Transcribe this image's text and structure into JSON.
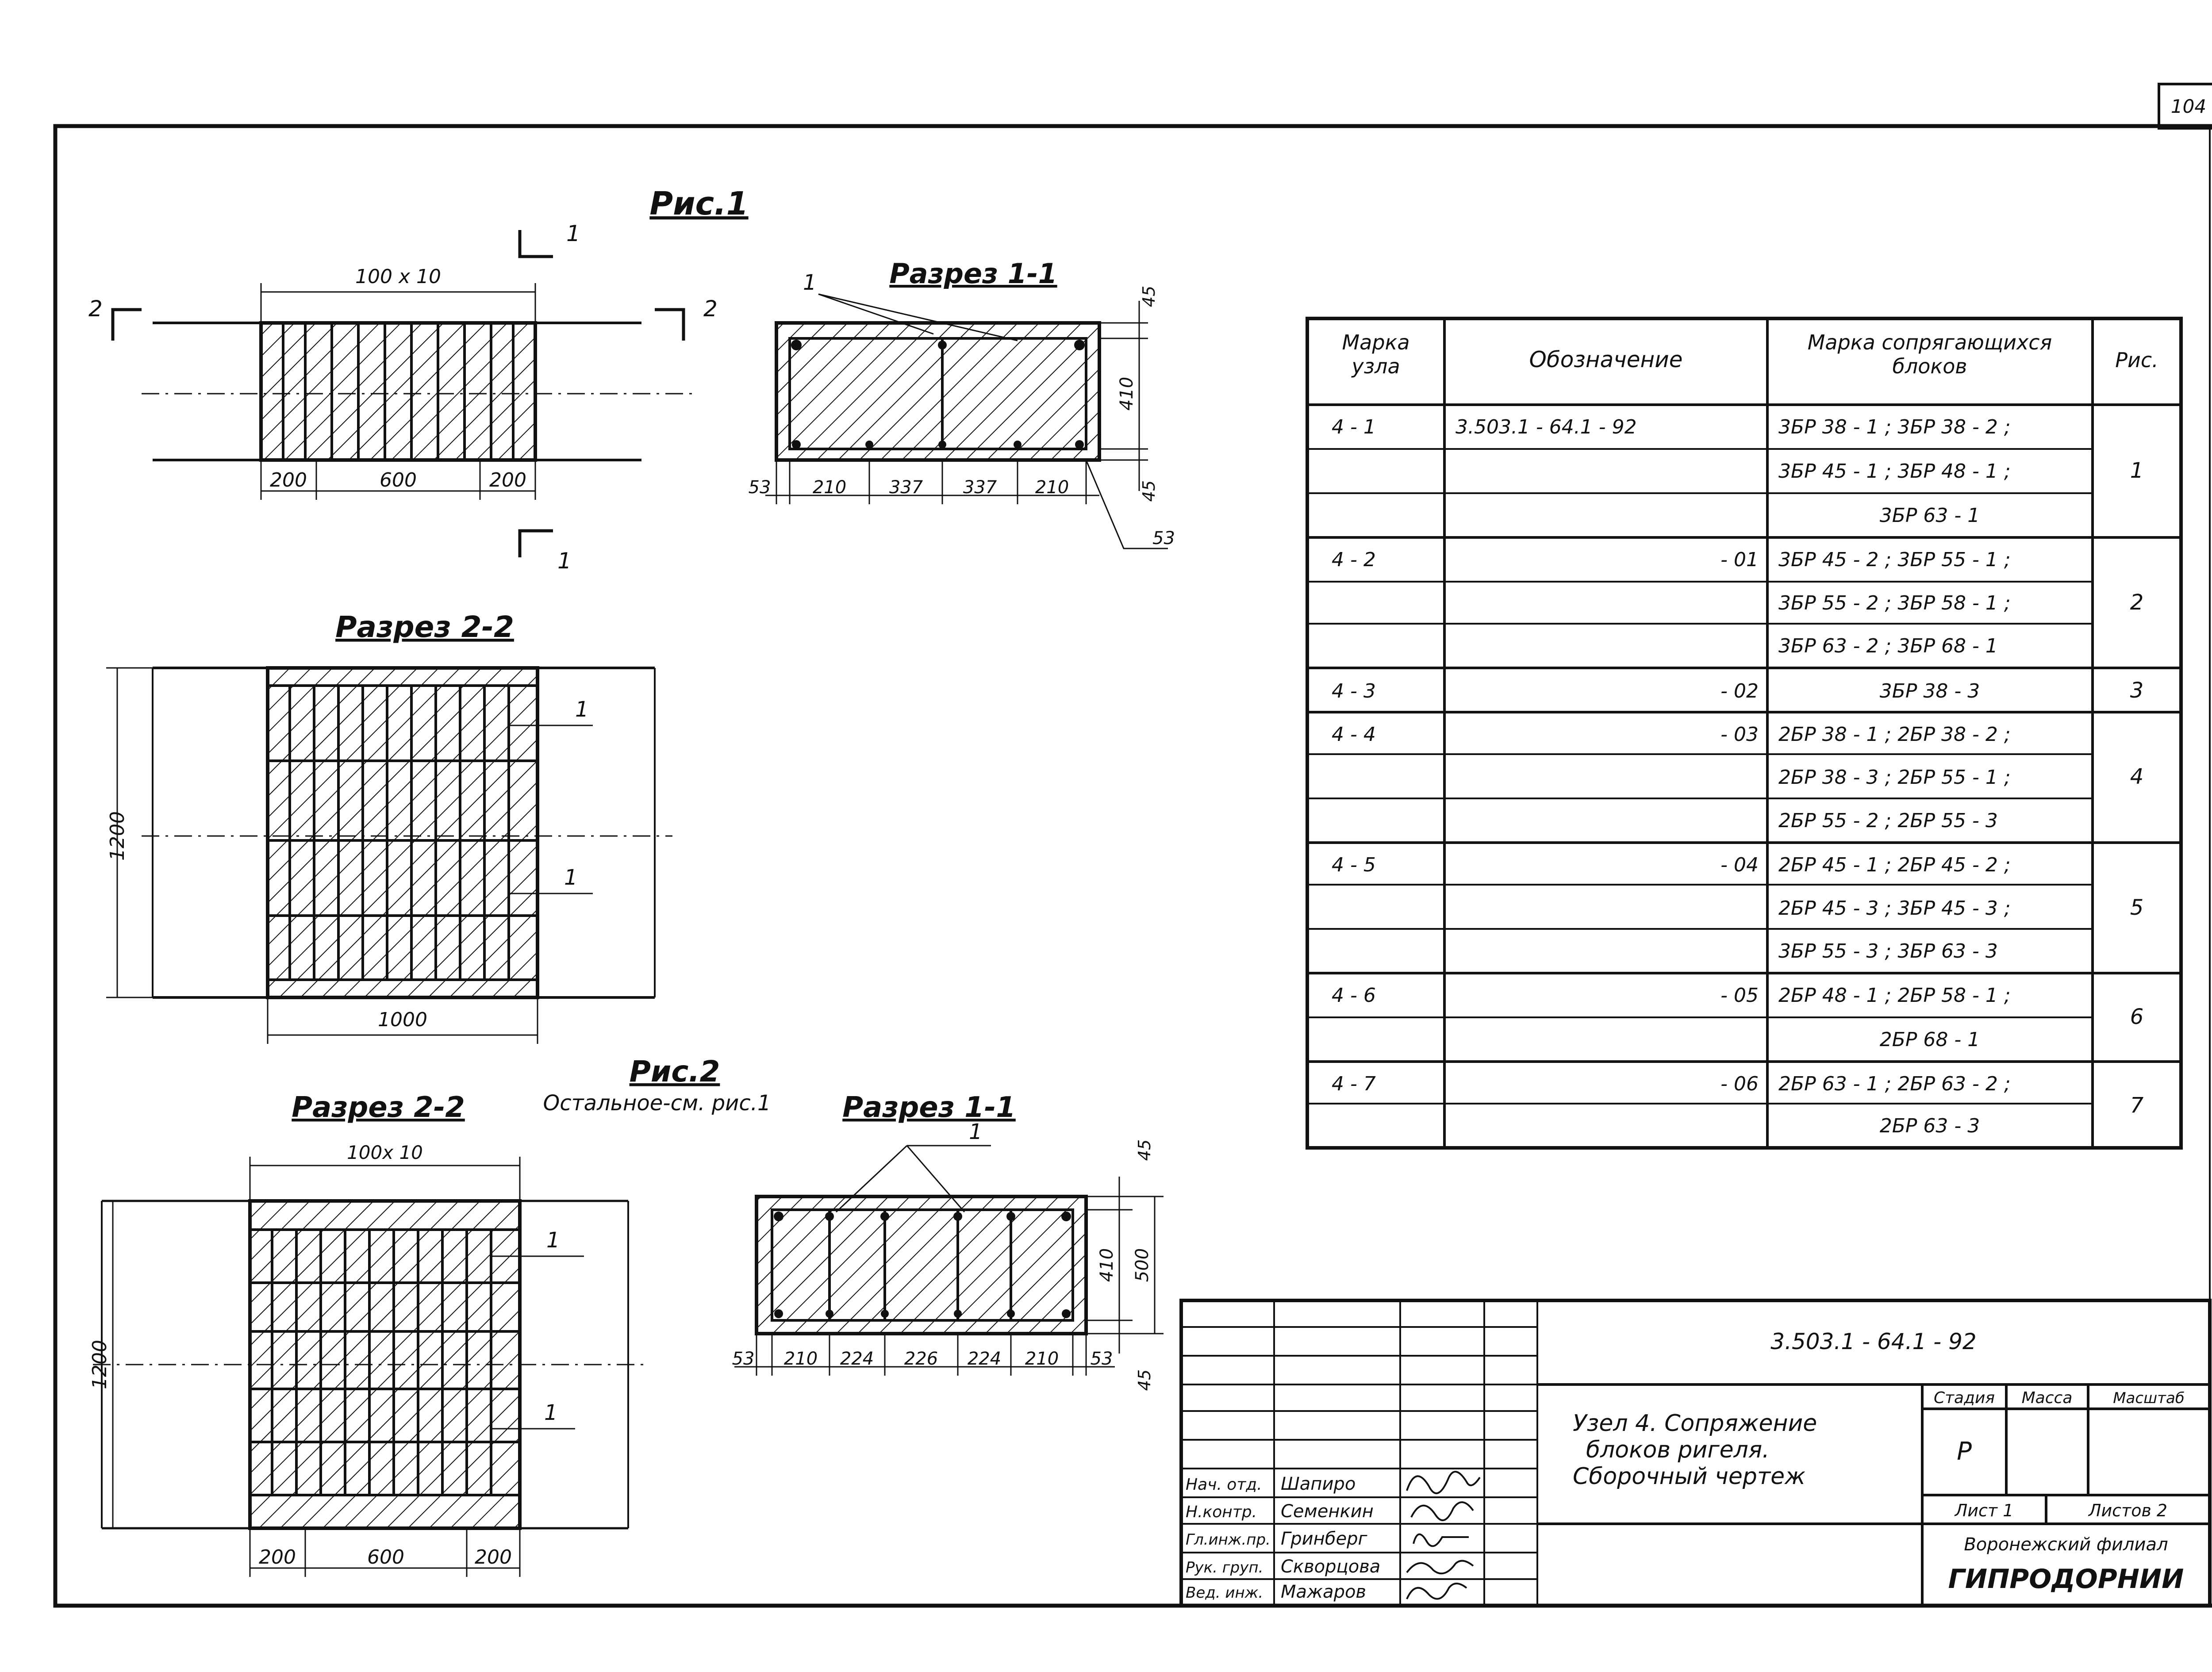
{
  "page_number": "104",
  "fig1": {
    "title": "Рис.1",
    "plan": {
      "top_dim": "100 x 10",
      "bottom_dims": [
        "200",
        "600",
        "200"
      ],
      "cut1": "1",
      "cut2": "2"
    },
    "section11": {
      "title": "Разрез 1-1",
      "callout": "1",
      "bottom_dims": [
        "53",
        "210",
        "337",
        "337",
        "210"
      ],
      "right_dims": [
        "45",
        "410",
        "45"
      ],
      "corner_dim": "53"
    },
    "section22": {
      "title": "Разрез 2-2",
      "left_dim": "1200",
      "bottom_dim": "1000",
      "callouts": [
        "1",
        "1"
      ]
    }
  },
  "fig2": {
    "title": "Рис.2",
    "note": "Остальное-см. рис.1",
    "section22": {
      "title": "Разрез 2-2",
      "top_dim": "100x 10",
      "left_dim": "1200",
      "bottom_dims": [
        "200",
        "600",
        "200"
      ],
      "callouts": [
        "1",
        "1"
      ]
    },
    "section11": {
      "title": "Разрез 1-1",
      "callout": "1",
      "bottom_dims": [
        "53",
        "210",
        "224",
        "226",
        "224",
        "210",
        "53"
      ],
      "right_dims": [
        "45",
        "410",
        "45"
      ],
      "outer_dim": "500"
    }
  },
  "spec_table": {
    "headers": [
      "Марка узла",
      "Обозначение",
      "Марка сопрягающихся блоков",
      "Рис."
    ],
    "groups": [
      {
        "mark": "4 - 1",
        "designation": "3.503.1 - 64.1 - 92",
        "fig": "1",
        "blocks": [
          "3БР 38 - 1 ;  3БР 38 - 2 ;",
          "3БР 45 - 1 ;  3БР 48 - 1 ;",
          "3БР 63 - 1"
        ]
      },
      {
        "mark": "4 - 2",
        "designation": "- 01",
        "fig": "2",
        "blocks": [
          "3БР 45 - 2 ;  3БР 55 - 1 ;",
          "3БР 55 - 2 ;  3БР 58 - 1 ;",
          "3БР 63 - 2 ;  3БР 68 - 1"
        ]
      },
      {
        "mark": "4 - 3",
        "designation": "- 02",
        "fig": "3",
        "blocks": [
          "3БР 38 - 3"
        ]
      },
      {
        "mark": "4 - 4",
        "designation": "- 03",
        "fig": "4",
        "blocks": [
          "2БР 38 - 1 ;  2БР 38 - 2 ;",
          "2БР 38 - 3 ;  2БР 55 - 1 ;",
          "2БР 55 - 2 ;  2БР 55 - 3"
        ]
      },
      {
        "mark": "4 - 5",
        "designation": "- 04",
        "fig": "5",
        "blocks": [
          "2БР 45 - 1 ;  2БР 45 - 2 ;",
          "2БР 45 - 3 ;  3БР 45 - 3 ;",
          "3БР 55 - 3 ;  3БР 63 - 3"
        ]
      },
      {
        "mark": "4 - 6",
        "designation": "- 05",
        "fig": "6",
        "blocks": [
          "2БР 48 - 1 ;  2БР 58 - 1 ;",
          "2БР 68 - 1"
        ]
      },
      {
        "mark": "4 - 7",
        "designation": "- 06",
        "fig": "7",
        "blocks": [
          "2БР 63 - 1 ;  2БР 63 - 2 ;",
          "2БР 63 - 3"
        ]
      }
    ]
  },
  "title_block": {
    "doc_code": "3.503.1 - 64.1 - 92",
    "title_lines": [
      "Узел 4. Сопряжение",
      "блоков  ригеля.",
      "Сборочный  чертеж"
    ],
    "stage_header": "Стадия",
    "mass_header": "Масса",
    "scale_header": "Масштаб",
    "stage_value": "Р",
    "sheet_label": "Лист 1",
    "sheets_label": "Листов 2",
    "org_line1": "Воронежский  филиал",
    "org_line2": "ГИПРОДОРНИИ",
    "roles": [
      {
        "role": "Нач. отд.",
        "name": "Шапиро"
      },
      {
        "role": "Н.контр.",
        "name": "Семенкин"
      },
      {
        "role": "Гл.инж.пр.",
        "name": "Гринберг"
      },
      {
        "role": "Рук. груп.",
        "name": "Скворцова"
      },
      {
        "role": "Вед. инж.",
        "name": "Мажаров"
      }
    ]
  }
}
